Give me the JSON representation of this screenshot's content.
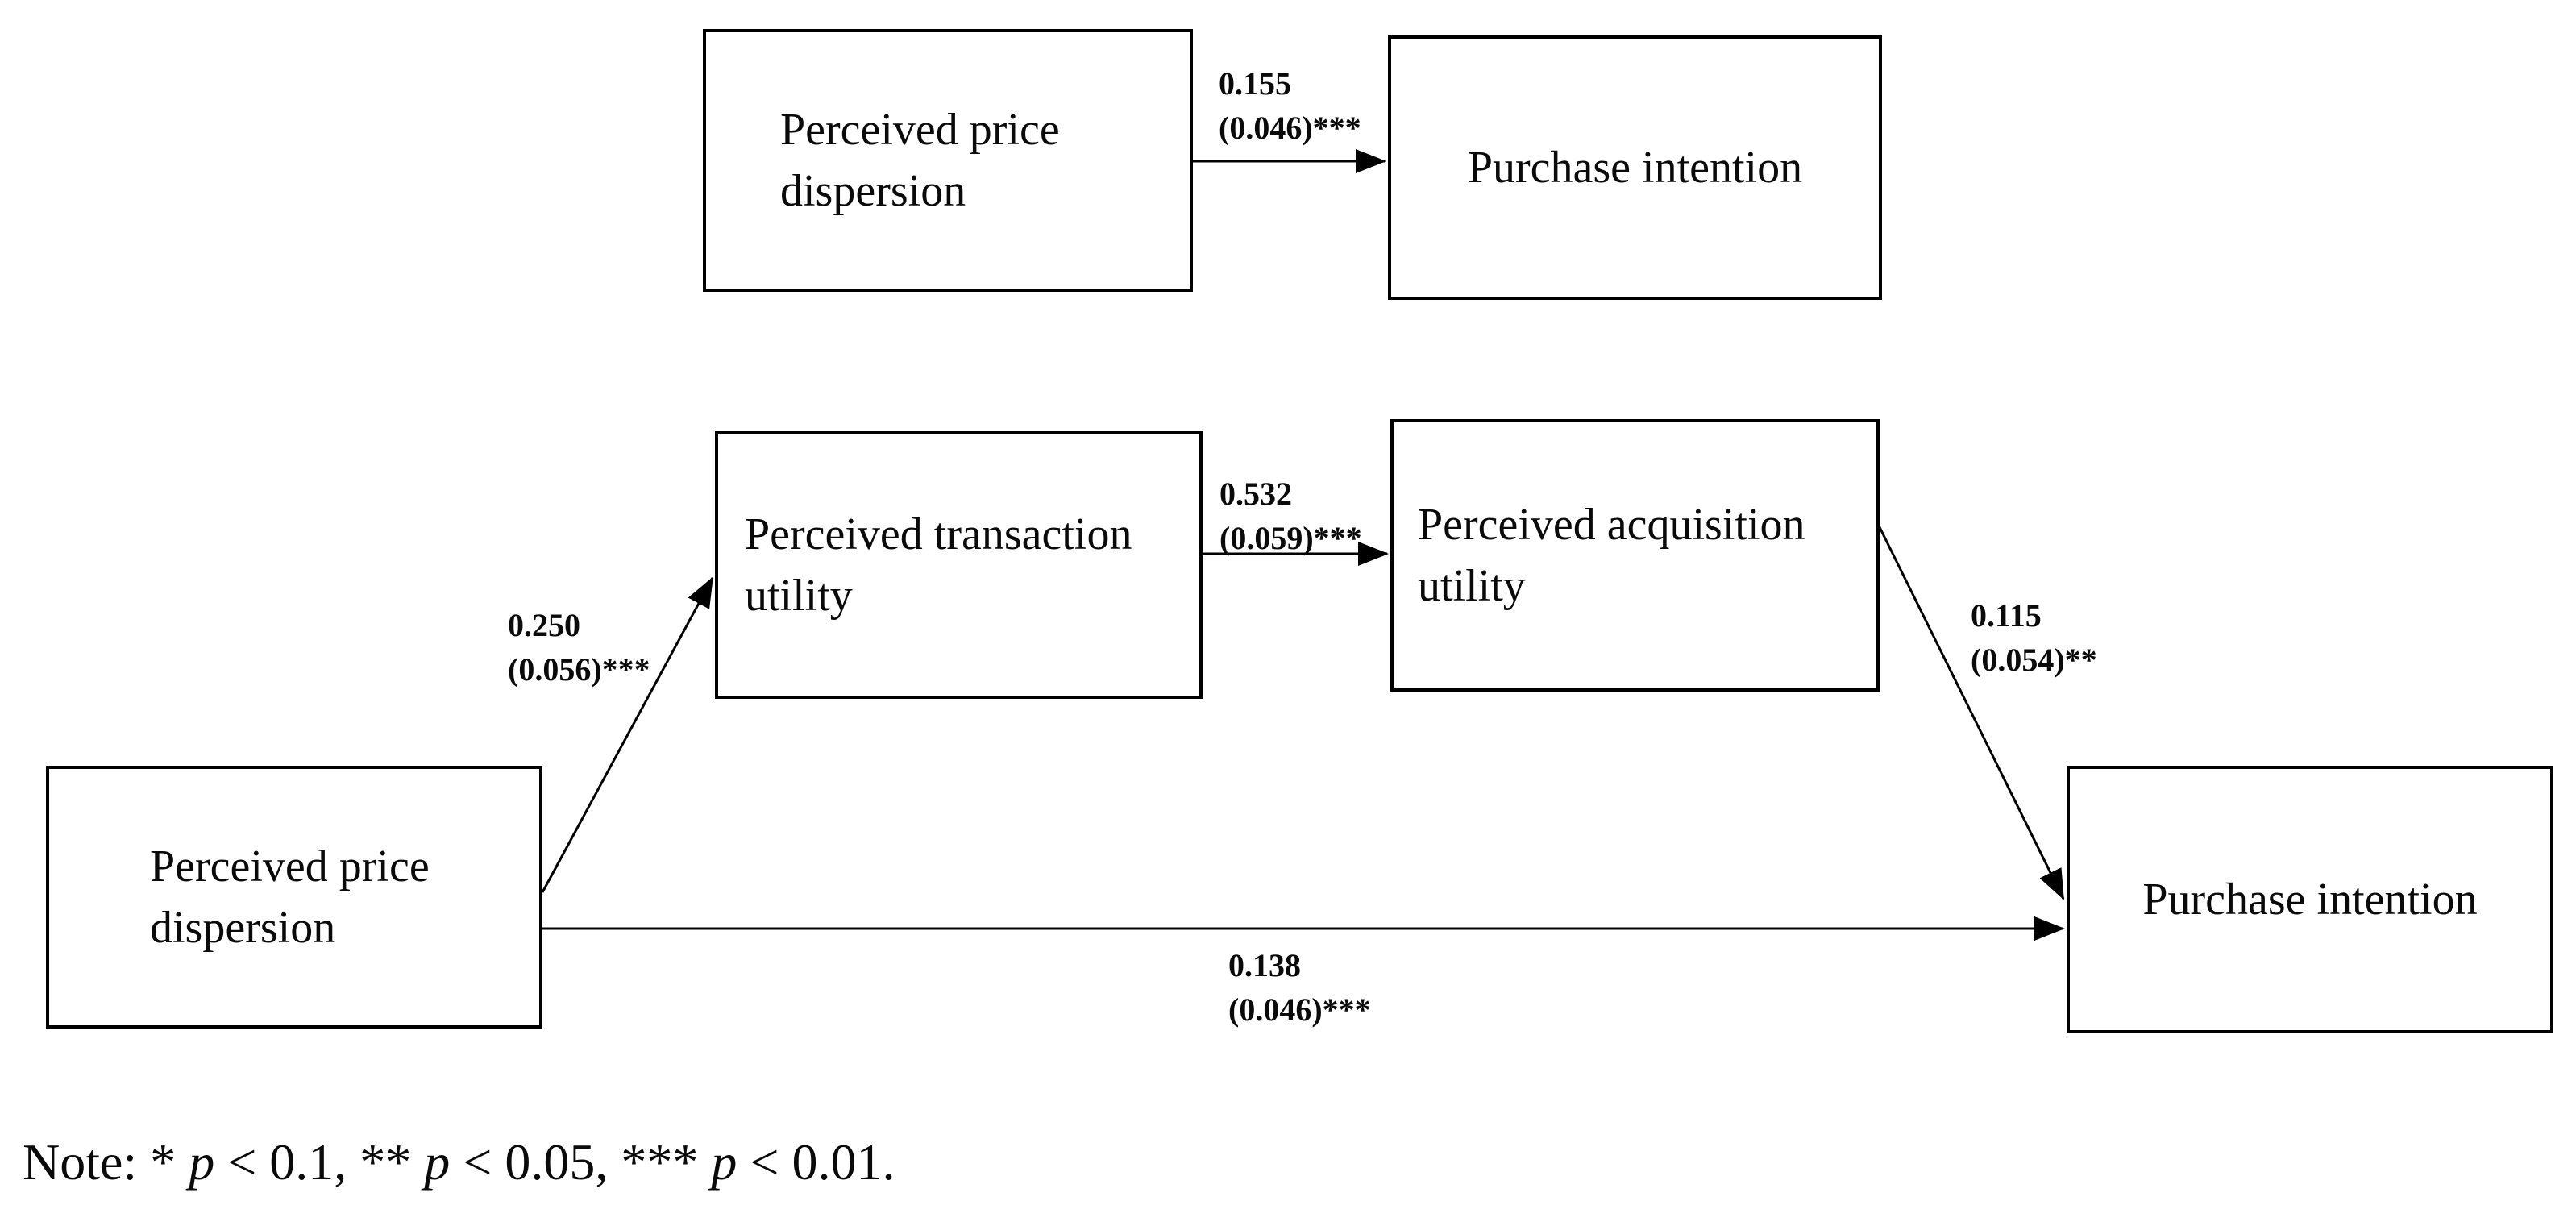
{
  "figure": {
    "total_effect_model": {
      "boxes": {
        "ppd": "Perceived price\ndispersion",
        "pi": "Purchase intention"
      },
      "paths": {
        "ppd_pi": {
          "coefficient": "0.155",
          "se": "(0.046)***"
        }
      }
    },
    "mediation_model": {
      "boxes": {
        "ppd": "Perceived price\ndispersion",
        "ptu": "Perceived transaction\nutility",
        "pau": "Perceived acquisition\nutility",
        "pi": "Purchase intention"
      },
      "paths": {
        "ppd_ptu": {
          "coefficient": "0.250",
          "se": "(0.056)***"
        },
        "ptu_pau": {
          "coefficient": "0.532",
          "se": "(0.059)***"
        },
        "pau_pi": {
          "coefficient": "0.115",
          "se": "(0.054)**"
        },
        "ppd_pi_direct": {
          "coefficient": "0.138",
          "se": "(0.046)***"
        }
      }
    },
    "note": {
      "segments": [
        "Note: * ",
        "p",
        " < 0.1, ** ",
        "p",
        " < 0.05, *** ",
        "p",
        " < 0.01."
      ]
    },
    "colors": {
      "line": "#000000",
      "background": "#ffffff"
    }
  }
}
